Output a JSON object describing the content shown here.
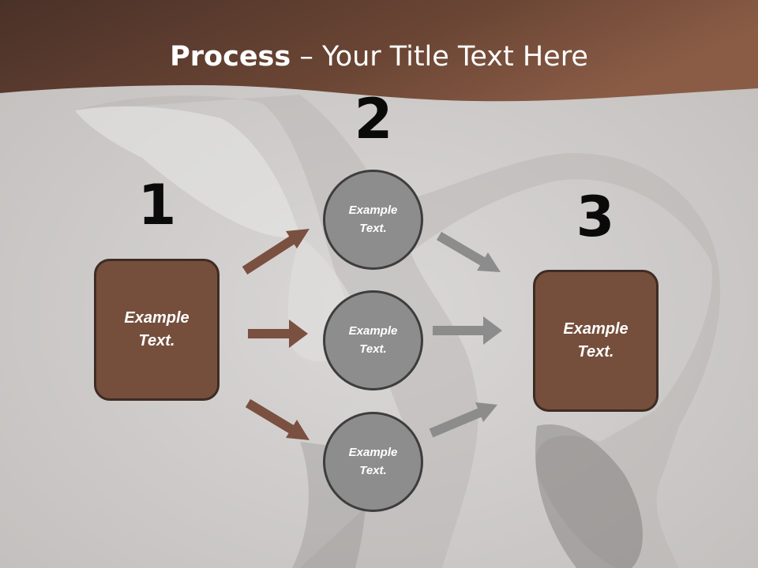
{
  "title": {
    "bold": "Process",
    "rest": " – Your Title Text Here"
  },
  "steps": {
    "one": "1",
    "two": "2",
    "three": "3"
  },
  "left_box": {
    "line1": "Example",
    "line2": "Text."
  },
  "circles": [
    {
      "line1": "Example",
      "line2": "Text."
    },
    {
      "line1": "Example",
      "line2": "Text."
    },
    {
      "line1": "Example",
      "line2": "Text."
    }
  ],
  "right_box": {
    "line1": "Example",
    "line2": "Text."
  },
  "colors": {
    "header": "#6e4532",
    "box": "#754f3c",
    "box_border": "#3e2c24",
    "circle": "#8d8d8d",
    "arrow_brown": "#7a5040",
    "arrow_gray": "#8c8c8c"
  }
}
